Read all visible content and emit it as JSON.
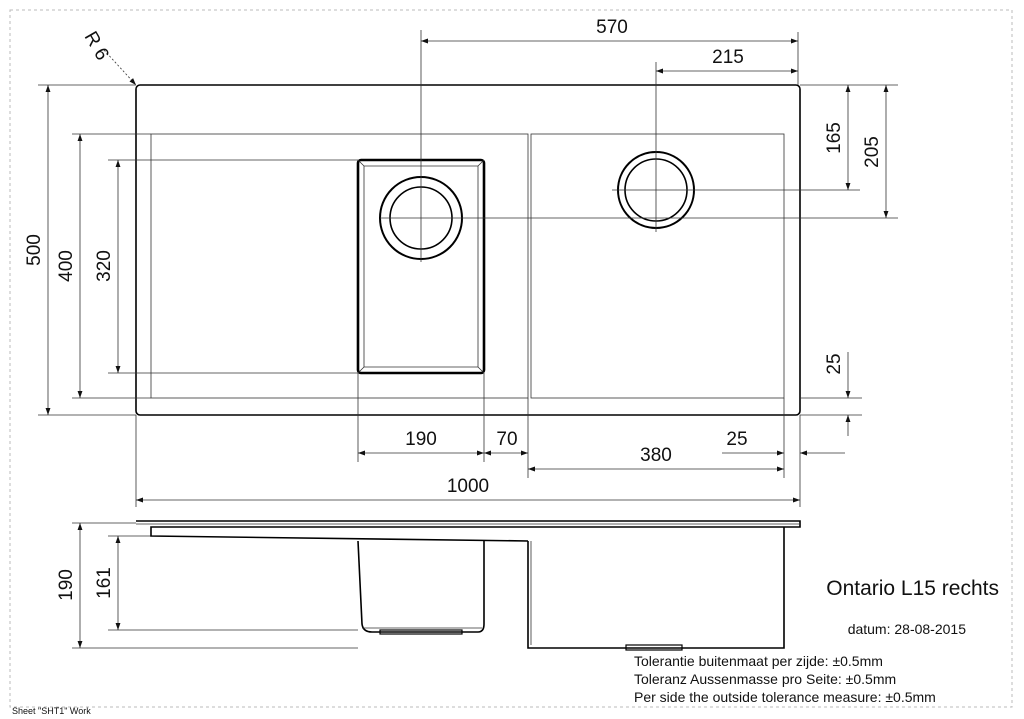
{
  "drawing": {
    "radius_label": "R 6",
    "dims": {
      "d570": "570",
      "d215": "215",
      "d165": "165",
      "d205": "205",
      "d500": "500",
      "d400": "400",
      "d320": "320",
      "d25_right": "25",
      "d190": "190",
      "d70": "70",
      "d380": "380",
      "d25_bottom": "25",
      "d1000": "1000",
      "d190_side": "190",
      "d161_side": "161"
    }
  },
  "info": {
    "model": "Ontario L15 rechts",
    "date": "datum: 28-08-2015",
    "tol_nl": "Tolerantie buitenmaat per zijde:  ±0.5mm",
    "tol_de": "Toleranz Aussenmasse pro Seite:  ±0.5mm",
    "tol_en": "Per side the outside tolerance measure:  ±0.5mm",
    "sheet": "Sheet \"SHT1\" Work"
  }
}
